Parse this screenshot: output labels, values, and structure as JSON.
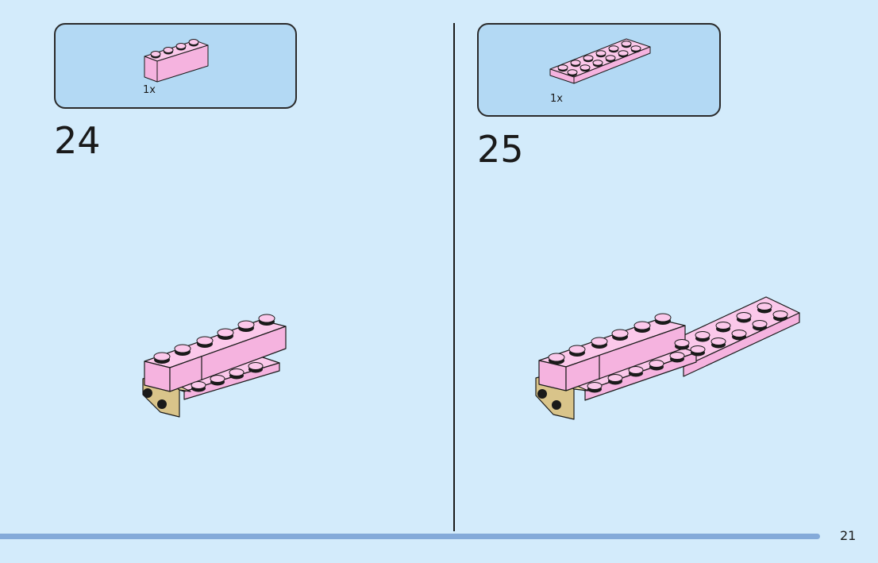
{
  "page": {
    "page_number": "21",
    "bar_color": "#84aad9",
    "background": "#d3ebfb"
  },
  "steps": [
    {
      "number": "24",
      "part": {
        "quantity": "1x",
        "name": "pink-1x4-brick-icon",
        "color": "#f5b3df"
      }
    },
    {
      "number": "25",
      "part": {
        "quantity": "1x",
        "name": "pink-2x6-plate-icon",
        "color": "#f5b3df"
      }
    }
  ]
}
